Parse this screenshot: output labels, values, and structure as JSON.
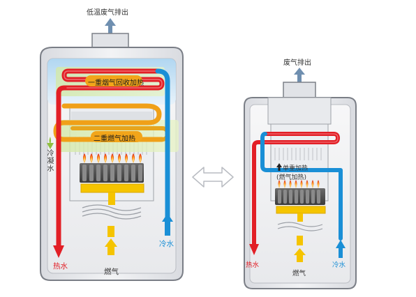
{
  "left": {
    "exhaust_label": "低温废气排出",
    "stage1_label": "一重烟气回收加热",
    "stage2_label": "二重燃气加热",
    "condensate_label": "冷凝水",
    "hot_water_label": "热水",
    "gas_label": "燃气",
    "cold_water_label": "冷水"
  },
  "right": {
    "exhaust_label": "废气排出",
    "single_heat_line1": "单重加热",
    "single_heat_line2": "(燃气加热)",
    "hot_water_label": "热水",
    "gas_label": "燃气",
    "cold_water_label": "冷水"
  },
  "colors": {
    "hot_pipe": "#e21f26",
    "cold_pipe": "#1a8fd6",
    "gas": "#f5b800",
    "flue_highlight": "#cfe6a0",
    "cabinet": "#e4e6ea"
  }
}
